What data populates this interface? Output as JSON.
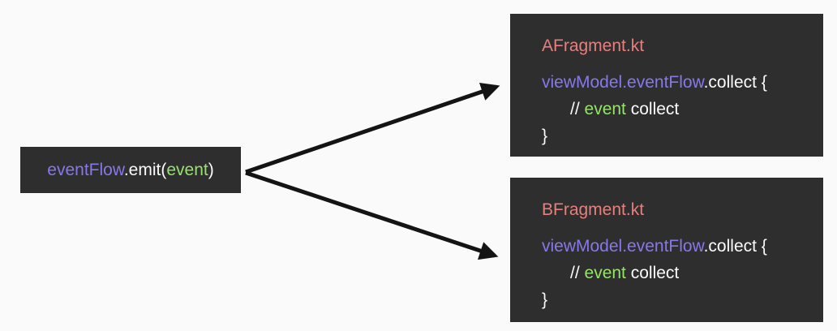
{
  "page": {
    "background": "#FAFAFA"
  },
  "colors": {
    "panel_bg": "#2F2E2F",
    "tok_base": "#FAFAFA",
    "tok_purple": "#8678E9",
    "tok_green": "#95E46A",
    "tok_salmon": "#E5807C",
    "arrow": "#141414"
  },
  "emitter": {
    "tokens": [
      {
        "text": "eventFlow",
        "color": "purple"
      },
      {
        "text": ".emit(",
        "color": "base"
      },
      {
        "text": "event",
        "color": "green"
      },
      {
        "text": ")",
        "color": "base"
      }
    ]
  },
  "collectors": [
    {
      "filename": "AFragment.kt",
      "lines": [
        [
          {
            "text": "viewModel.eventFlow",
            "color": "purple"
          },
          {
            "text": ".collect {",
            "color": "base"
          }
        ],
        [
          {
            "text": "      // ",
            "color": "base"
          },
          {
            "text": "event",
            "color": "green"
          },
          {
            "text": " collect",
            "color": "base"
          }
        ],
        [
          {
            "text": "}",
            "color": "base"
          }
        ]
      ]
    },
    {
      "filename": "BFragment.kt",
      "lines": [
        [
          {
            "text": "viewModel.eventFlow",
            "color": "purple"
          },
          {
            "text": ".collect {",
            "color": "base"
          }
        ],
        [
          {
            "text": "      // ",
            "color": "base"
          },
          {
            "text": "event",
            "color": "green"
          },
          {
            "text": " collect",
            "color": "base"
          }
        ],
        [
          {
            "text": "}",
            "color": "base"
          }
        ]
      ]
    }
  ]
}
